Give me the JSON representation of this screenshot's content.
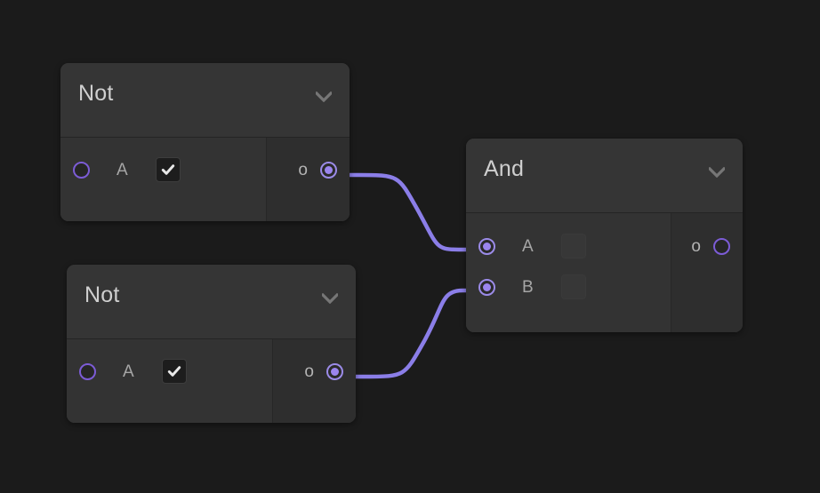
{
  "canvas": {
    "background": "#1b1b1b",
    "accent": "#8b7ee8",
    "port_color": "#7c5cd6",
    "node_background": "#353535",
    "output_column_background": "#2e2e2e"
  },
  "nodes": [
    {
      "id": "not-1",
      "title": "Not",
      "collapse_icon": "chevron-down-icon",
      "inputs": [
        {
          "label": "A",
          "port": "hollow",
          "checkbox": "checked"
        }
      ],
      "outputs": [
        {
          "label": "o",
          "port": "connected"
        }
      ]
    },
    {
      "id": "not-2",
      "title": "Not",
      "collapse_icon": "chevron-down-icon",
      "inputs": [
        {
          "label": "A",
          "port": "hollow",
          "checkbox": "checked"
        }
      ],
      "outputs": [
        {
          "label": "o",
          "port": "connected"
        }
      ]
    },
    {
      "id": "and-1",
      "title": "And",
      "collapse_icon": "chevron-down-icon",
      "inputs": [
        {
          "label": "A",
          "port": "connected",
          "checkbox": "empty"
        },
        {
          "label": "B",
          "port": "connected",
          "checkbox": "empty"
        }
      ],
      "outputs": [
        {
          "label": "o",
          "port": "hollow"
        }
      ]
    }
  ],
  "edges": [
    {
      "id": "edge-not1-to-and-a",
      "from": "not-1.o",
      "to": "and-1.A",
      "color": "#8b7ee8"
    },
    {
      "id": "edge-not2-to-and-b",
      "from": "not-2.o",
      "to": "and-1.B",
      "color": "#8b7ee8"
    }
  ]
}
